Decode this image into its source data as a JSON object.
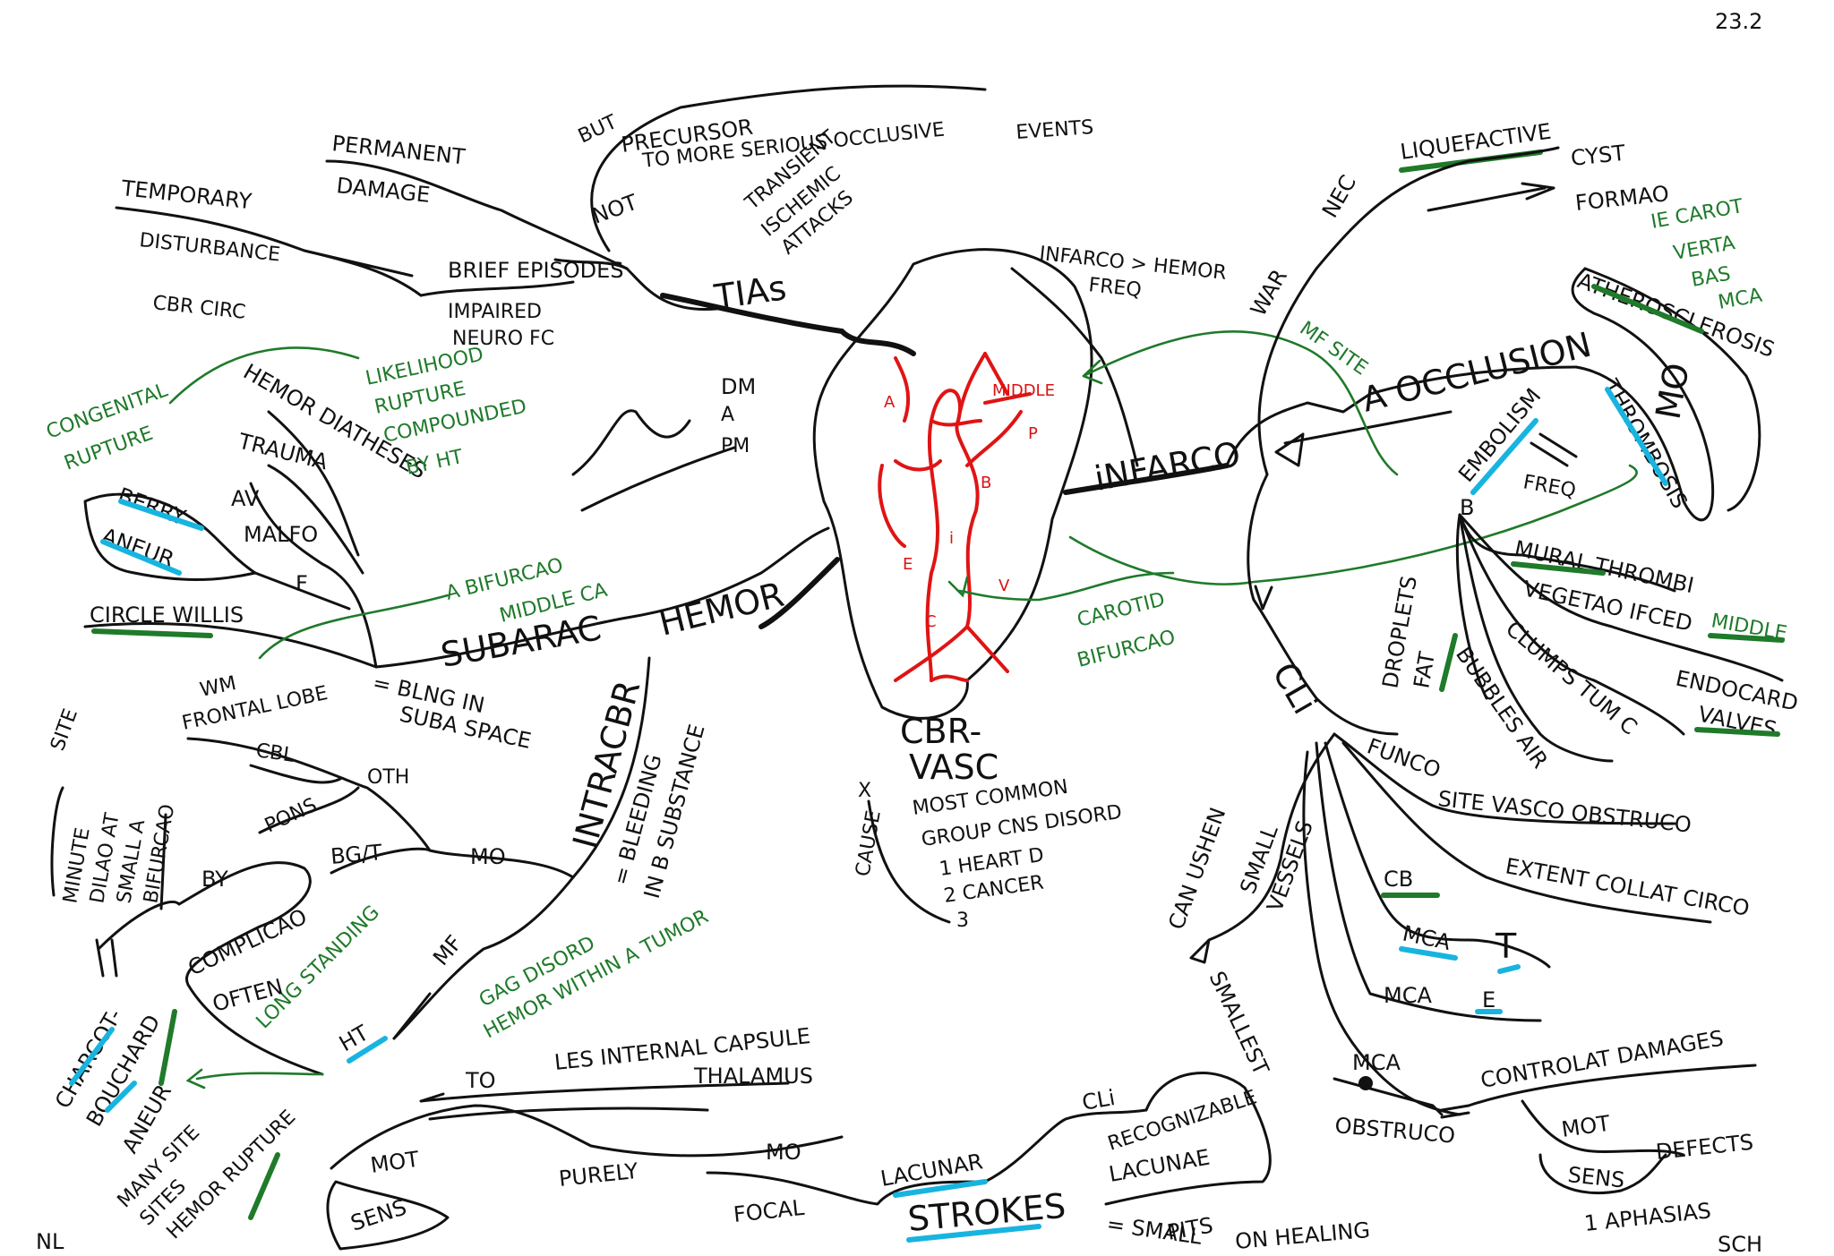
{
  "corner": {
    "date": "23.2",
    "left_initials": "NL",
    "right_initials": "SCH"
  },
  "center": {
    "title1": "CBR-",
    "title2": "VASC",
    "desc1": "MOST COMMON",
    "desc2": "GROUP CNS DISORD",
    "desc3": "1 HEART D",
    "desc4": "2 CANCER",
    "desc5": "3",
    "cause": "CAUSE",
    "x": "X"
  },
  "brain": {
    "a": "A",
    "middle": "MIDDLE",
    "p": "P",
    "b": "B",
    "i": "i",
    "e": "E",
    "v": "V",
    "c": "C"
  },
  "tias": {
    "title": "TIAs",
    "transient": "TRANSIENT",
    "ischemic": "ISCHEMIC",
    "attacks": "ATTACKS",
    "brief": "BRIEF EPISODES",
    "impaired": "IMPAIRED",
    "neuro": "NEURO FC",
    "temporary": "TEMPORARY",
    "disturbance": "DISTURBANCE",
    "cbr_circ": "CBR CIRC",
    "permanent": "PERMANENT",
    "damage": "DAMAGE",
    "not": "NOT",
    "but": "BUT",
    "precursor": "PRECURSOR",
    "more_serious": "TO MORE SERIOUS OCCLUSIVE",
    "events": "EVENTS"
  },
  "subarac": {
    "title1": "SUBARAC",
    "title2": "HEMOR",
    "bing": "= BLNG IN",
    "suba_space": "SUBA SPACE",
    "hemor_diat": "HEMOR DIATHESES",
    "trauma": "TRAUMA",
    "av": "AV",
    "malfo": "MALFO",
    "f": "F",
    "berry": "BERRY",
    "aneur": "ANEUR",
    "circle_willis": "CIRCLE WILLIS",
    "congenital": "CONGENITAL",
    "rupture": "RUPTURE",
    "likelihood": "LIKELIHOOD",
    "rupture2": "RUPTURE",
    "compounded": "COMPOUNDED",
    "by_ht": "BY HT",
    "a_bifurc": "A BIFURCAO",
    "middle_ca": "MIDDLE CA",
    "dm": "DM",
    "a": "A",
    "pm": "PM"
  },
  "intracbr": {
    "title": "INTRACBR",
    "bleeding": "= BLEEDING",
    "in_b": "IN B SUBSTANCE",
    "gag_disord": "GAG DISORD",
    "hemor_within": "HEMOR WITHIN A TUMOR",
    "mf": "MF",
    "ht": "HT",
    "long_standing": "LONG STANDING",
    "complicao": "COMPLICAO",
    "often": "OFTEN",
    "by": "BY",
    "charcot": "CHARCOT-",
    "bouchard": "BOUCHARD",
    "aneur": "ANEUR",
    "many_site": "MANY SITE",
    "sites": "SITES",
    "hemor_rupture": "HEMOR RUPTURE",
    "minute": "MINUTE",
    "dilao": "DILAO AT",
    "small_a": "SMALL A",
    "bifurcao": "BIFURCAO",
    "site_label": "SITE",
    "wm": "WM",
    "frontal": "FRONTAL LOBE",
    "cbl": "CBL",
    "oth": "OTH",
    "pons": "PONS",
    "bgt": "BG/T",
    "mo": "MO"
  },
  "lacunar": {
    "to": "TO",
    "les": "LES INTERNAL CAPSULE",
    "thalamus": "THALAMUS",
    "mot": "MOT",
    "sens": "SENS",
    "purely": "PURELY",
    "mo": "MO",
    "focal": "FOCAL",
    "lacunar": "LACUNAR",
    "strokes": "STROKES",
    "cli": "CLi",
    "recognizable": "RECOGNIZABLE",
    "lacunae": "LACUNAE",
    "small_pits": "= SMALL",
    "pits": "PITS",
    "on_healing": "ON HEALING"
  },
  "infarc": {
    "title": "iNFARCO",
    "infarc_hemor": "INFARCO > HEMOR",
    "freq": "FREQ",
    "mf_site": "MF SITE",
    "carotid": "CAROTID",
    "bifurcao": "BIFURCAO",
    "a_occlusion": "A OCCLUSION",
    "thrombosis": "THROMBOSIS",
    "embolism": "EMBOLISM",
    "freq2": "FREQ",
    "b": "B",
    "mural": "MURAL THROMBI",
    "vegetao": "VEGETAO IFCED",
    "endocard": "ENDOCARD",
    "valves": "VALVES",
    "middle": "MIDDLE",
    "clumps": "CLUMPS TUM C",
    "bubbles": "BUBBLES AIR",
    "droplets": "DROPLETS",
    "fat": "FAT",
    "mo": "MO",
    "atherosclerosis": "ATHEROSCLEROSIS",
    "ie_carot": "IE CAROT",
    "verta": "VERTA",
    "bas": "BAS",
    "mca": "MCA",
    "war": "WAR",
    "nec": "NEC",
    "liquefactive": "LIQUEFACTIVE",
    "cyst": "CYST",
    "formao": "FORMAO"
  },
  "cli": {
    "title": "CLi",
    "funco": "FUNCO",
    "site_vasco": "SITE VASCO OBSTRUCO",
    "extent": "EXTENT COLLAT CIRCO",
    "cb": "CB",
    "mca1": "MCA",
    "t": "T",
    "mca2": "MCA",
    "e": "E",
    "can_ushen": "CAN USHEN",
    "small": "SMALL",
    "vessels": "VESSELS",
    "smallest": "SMALLEST",
    "mca3": "MCA",
    "obstruco": "OBSTRUCO",
    "contralat": "CONTROLAT DAMAGES",
    "mot": "MOT",
    "sens": "SENS",
    "defects": "DEFECTS",
    "aphasias": "1 APHASIAS"
  }
}
